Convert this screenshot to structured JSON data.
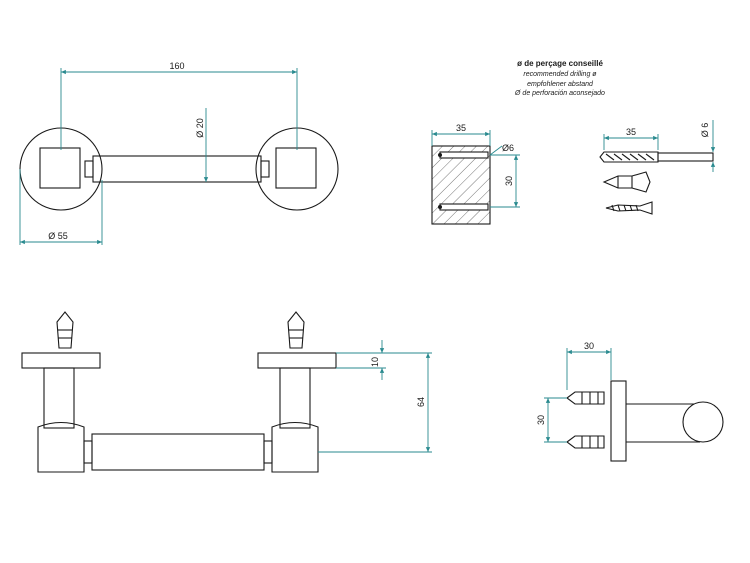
{
  "note": {
    "line1": "ø de perçage conseillé",
    "line2": "recommended drilling ø",
    "line3": "empfohlener abstand",
    "line4": "Ø de perforación aconsejado"
  },
  "dims": {
    "top_length": "160",
    "top_diameter": "Ø 20",
    "top_base_diameter": "Ø 55",
    "block_width": "35",
    "block_hole": "Ø6",
    "block_height": "30",
    "drill_length": "35",
    "drill_diameter": "Ø 6",
    "front_thickness": "10",
    "front_height": "64",
    "side_depth": "30",
    "side_spacing": "30"
  },
  "colors": {
    "dimension_line": "#2a8a8f",
    "outline": "#1a1a1a"
  }
}
